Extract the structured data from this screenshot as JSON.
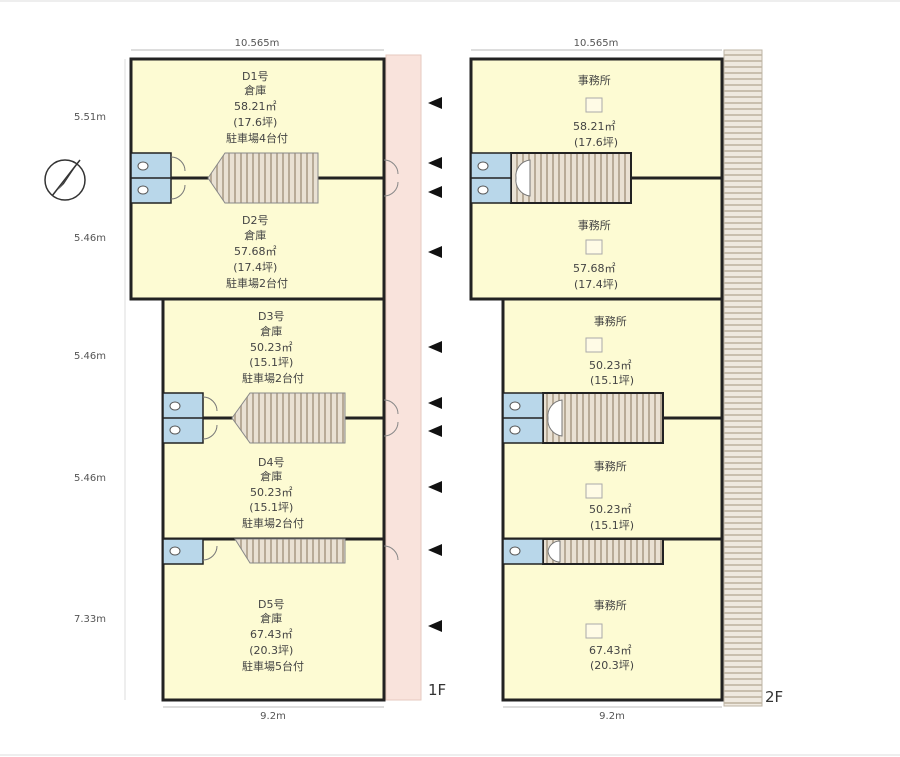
{
  "floor_1": {
    "label": "1F",
    "width_top": "10.565m",
    "width_bottom": "9.2m",
    "heights": [
      "5.51m",
      "5.46m",
      "5.46m",
      "5.46m",
      "7.33m"
    ],
    "units": [
      {
        "lines": [
          "D1号",
          "倉庫",
          "58.21㎡",
          "(17.6坪)",
          "駐車場4台付"
        ]
      },
      {
        "lines": [
          "D2号",
          "倉庫",
          "57.68㎡",
          "(17.4坪)",
          "駐車場2台付"
        ]
      },
      {
        "lines": [
          "D3号",
          "倉庫",
          "50.23㎡",
          "(15.1坪)",
          "駐車場2台付"
        ]
      },
      {
        "lines": [
          "D4号",
          "倉庫",
          "50.23㎡",
          "(15.1坪)",
          "駐車場2台付"
        ]
      },
      {
        "lines": [
          "D5号",
          "倉庫",
          "67.43㎡",
          "(20.3坪)",
          "駐車場5台付"
        ]
      }
    ]
  },
  "floor_2": {
    "label": "2F",
    "width_top": "10.565m",
    "width_bottom": "9.2m",
    "units": [
      {
        "lines": [
          "事務所",
          "58.21㎡",
          "(17.6坪)"
        ]
      },
      {
        "lines": [
          "事務所",
          "57.68㎡",
          "(17.4坪)"
        ]
      },
      {
        "lines": [
          "事務所",
          "50.23㎡",
          "(15.1坪)"
        ]
      },
      {
        "lines": [
          "事務所",
          "50.23㎡",
          "(15.1坪)"
        ]
      },
      {
        "lines": [
          "事務所",
          "67.43㎡",
          "(20.3坪)"
        ]
      }
    ]
  },
  "colors": {
    "room_fill": "#fdfbd3",
    "wall": "#222222",
    "corridor": "#f9e3dc",
    "stair": "#d8cfbf",
    "wc": "#b9d7ea"
  },
  "icons": [
    "compass-north-icon",
    "entrance-arrow-icon",
    "stairs-icon",
    "toilet-icon",
    "door-icon"
  ]
}
